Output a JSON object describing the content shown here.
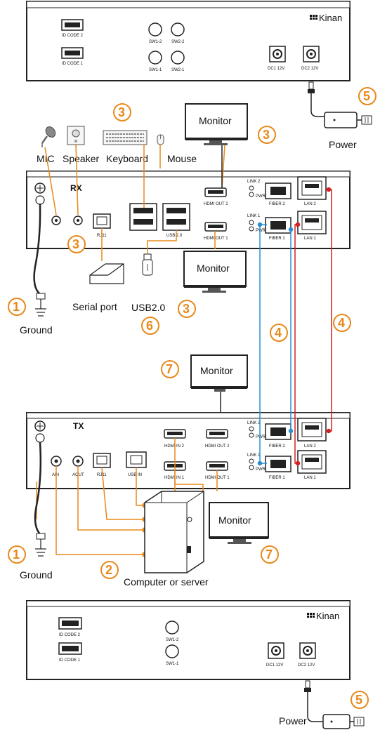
{
  "brand": "Kinan",
  "top_back": {
    "id_code_2": "ID CODE 2",
    "id_code_1": "ID CODE 1",
    "sw1_2": "SW1-2",
    "sw2_2": "SW2-2",
    "sw1_1": "SW1-1",
    "sw2_1": "SW2-1",
    "dc1": "DC1 12V",
    "dc2": "DC2 12V"
  },
  "bottom_back": {
    "id_code_2": "ID CODE 2",
    "id_code_1": "ID CODE 1",
    "sw1_2": "SW1-2",
    "sw1_1": "SW1-1",
    "dc1": "DC1 12V",
    "dc2": "DC2 12V"
  },
  "rx": {
    "title": "RX",
    "rj11": "RJ11",
    "usb": "USB 2.0",
    "hdmi_out_2": "HDMI OUT 2",
    "hdmi_out_1": "HDMI OUT 1",
    "link2": "LINK 2",
    "pwr2": "PWR 2",
    "link1": "LINK 1",
    "pwr1": "PWR 1",
    "fiber2": "FIBER 2",
    "fiber1": "FIBER 1",
    "lan2": "LAN 2",
    "lan1": "LAN 1"
  },
  "tx": {
    "title": "TX",
    "ain": "AIN",
    "aout": "AOUT",
    "rj11": "RJ11",
    "usb_in": "USB IN",
    "hdmi_in_2": "HDMI IN 2",
    "hdmi_in_1": "HDMI IN 1",
    "hdmi_out_2": "HDMI OUT 2",
    "hdmi_out_1": "HDMI OUT 1",
    "link2": "LINK 2",
    "pwr2": "PWR 2",
    "link1": "LINK 1",
    "pwr1": "PWR 1",
    "fiber2": "FIBER 2",
    "fiber1": "FIBER 1",
    "lan2": "LAN 2",
    "lan1": "LAN 1"
  },
  "labels": {
    "mic": "MIC",
    "speaker": "Speaker",
    "keyboard": "Keyboard",
    "mouse": "Mouse",
    "monitor": "Monitor",
    "power": "Power",
    "ground": "Ground",
    "serial_port": "Serial port",
    "usb20": "USB2.0",
    "computer": "Computer or server"
  },
  "numbers": {
    "n1": "1",
    "n2": "2",
    "n3": "3",
    "n4": "4",
    "n5": "5",
    "n6": "6",
    "n7": "7"
  },
  "colors": {
    "orange": "#e8891a",
    "blue": "#2a8fd0",
    "red": "#d42020",
    "black": "#111111"
  }
}
